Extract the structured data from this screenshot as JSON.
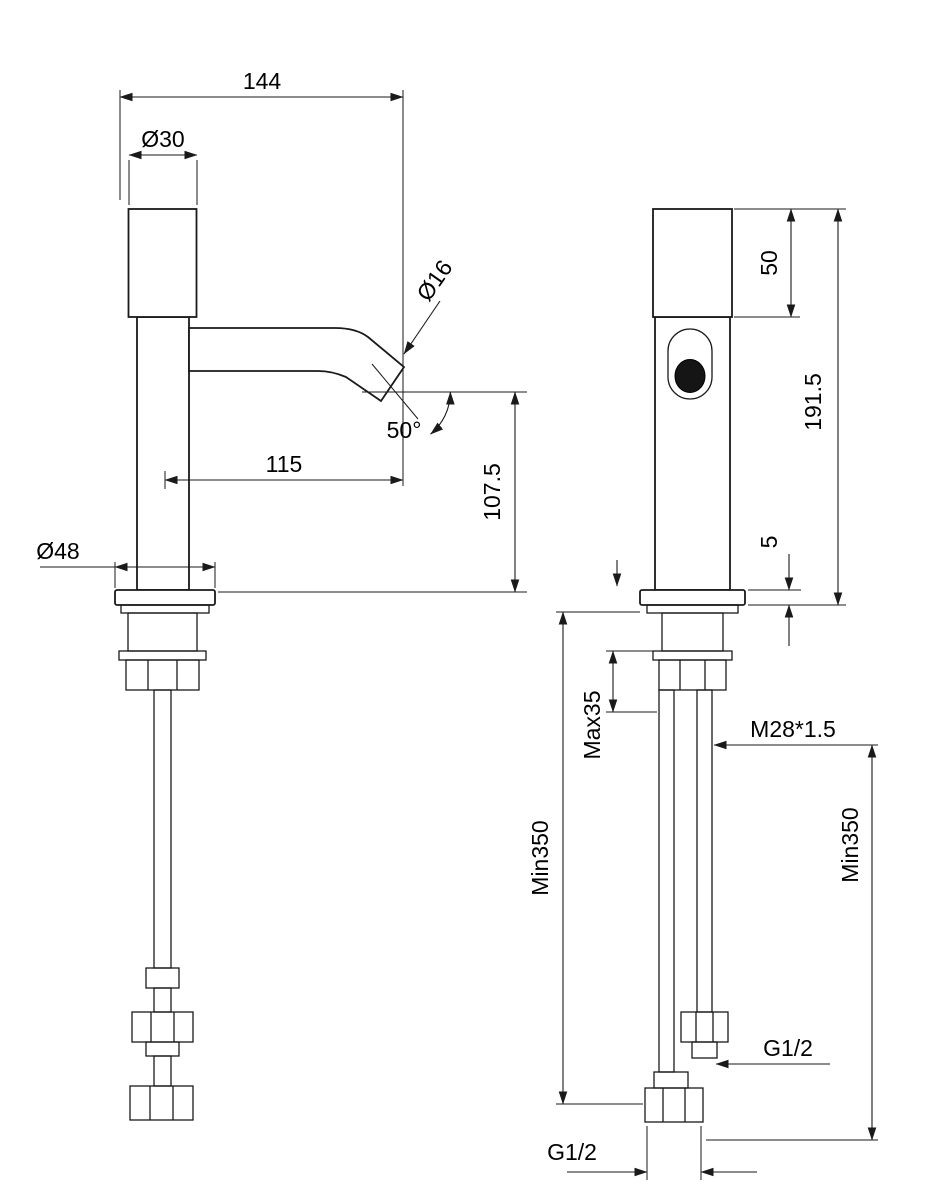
{
  "drawing": {
    "background": "#ffffff",
    "line_color": "#1a1a1a",
    "side_view": {
      "dim_overall_depth": "144",
      "dim_handle_diameter": "Ø30",
      "dim_spout_diameter": "Ø16",
      "dim_spout_angle": "50°",
      "dim_spout_reach": "115",
      "dim_outlet_height": "107.5",
      "dim_base_diameter": "Ø48"
    },
    "front_view": {
      "dim_handle_height": "50",
      "dim_total_height": "191.5",
      "dim_flange_thickness": "5",
      "dim_max_deck_thickness": "Max35",
      "dim_shank_thread": "M28*1.5",
      "dim_hose_left_length": "Min350",
      "dim_hose_right_length": "Min350",
      "dim_hose_thread": "G1/2",
      "dim_inlet_thread": "G1/2"
    }
  }
}
